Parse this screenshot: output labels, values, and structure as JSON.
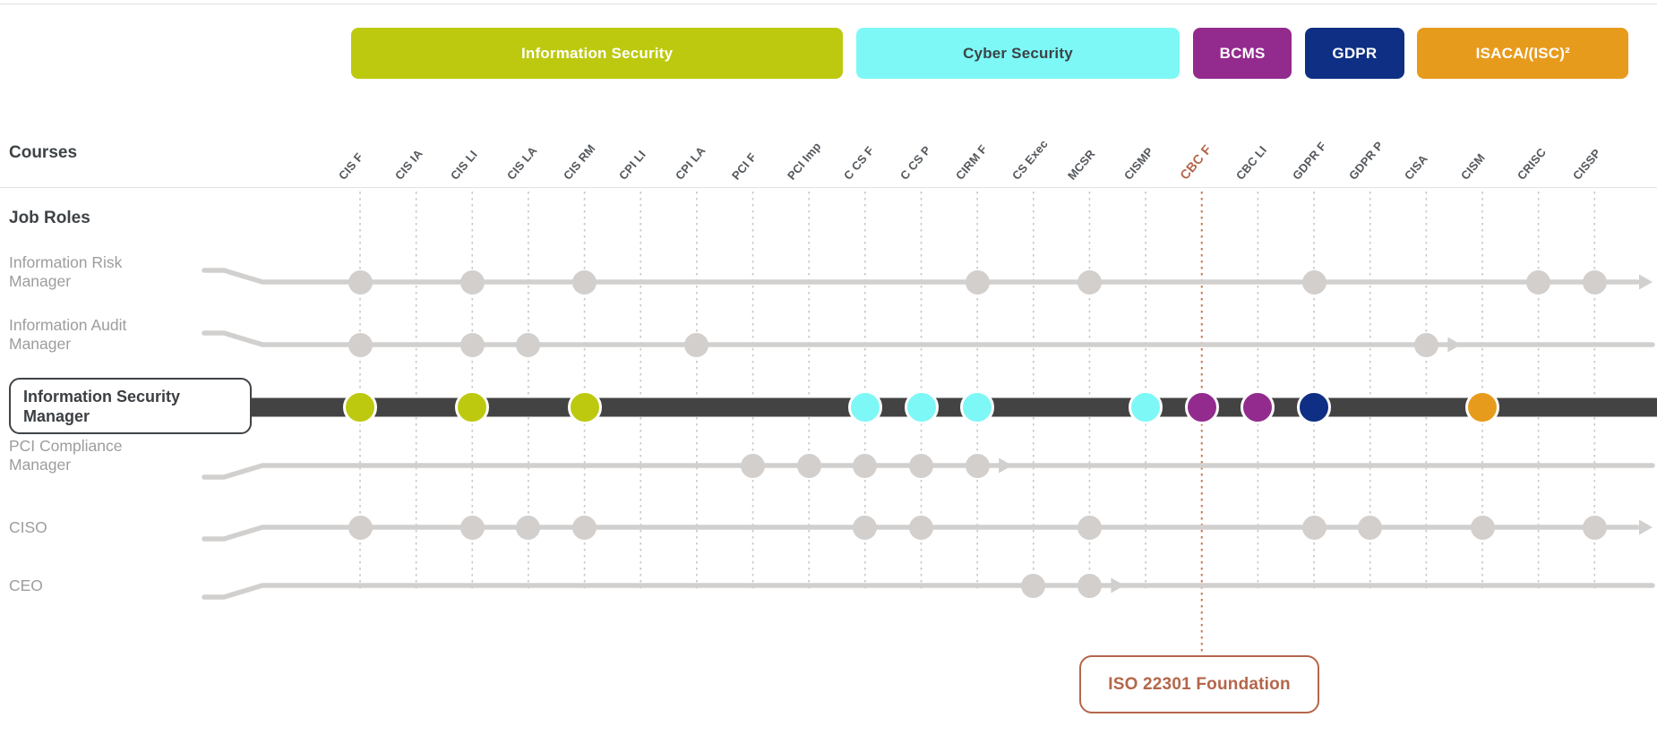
{
  "labels": {
    "courses": "Courses",
    "job_roles": "Job Roles"
  },
  "colors": {
    "information_security": "#bdc90e",
    "cyber_security": "#7df8f6",
    "bcms": "#932b8e",
    "gdpr": "#0e2f83",
    "isaca": "#e79b1c",
    "highlight_accent": "#b4664a",
    "gridline": "#c9c7c5",
    "role_line": "#d2d0ce",
    "role_dot": "#d2cfcd",
    "selected_bar": "#434343",
    "dark_text": "#3e4347",
    "muted_text": "#9d9d9d"
  },
  "categories": [
    {
      "label": "Information Security",
      "color": "#bdc90e",
      "text_color": "#ffffff",
      "from_course": "CIS F",
      "to_course": "PCI Imp"
    },
    {
      "label": "Cyber Security",
      "color": "#7df8f6",
      "text_color": "#3c4347",
      "from_course": "C CS F",
      "to_course": "CISMP"
    },
    {
      "label": "BCMS",
      "color": "#932b8e",
      "text_color": "#ffffff",
      "from_course": "CBC F",
      "to_course": "CBC LI"
    },
    {
      "label": "GDPR",
      "color": "#0e2f83",
      "text_color": "#ffffff",
      "from_course": "GDPR F",
      "to_course": "GDPR P"
    },
    {
      "label": "ISACA/(ISC)²",
      "color": "#e79b1c",
      "text_color": "#ffffff",
      "from_course": "CISA",
      "to_course": "CISSP"
    }
  ],
  "courses": [
    "CIS F",
    "CIS IA",
    "CIS LI",
    "CIS LA",
    "CIS RM",
    "CPI LI",
    "CPI LA",
    "PCI F",
    "PCI Imp",
    "C CS F",
    "C CS P",
    "CIRM F",
    "CS Exec",
    "MCSR",
    "CISMP",
    "CBC F",
    "CBC LI",
    "GDPR F",
    "GDPR P",
    "CISA",
    "CISM",
    "CRISC",
    "CISSP"
  ],
  "highlight": {
    "course": "CBC F",
    "tooltip_label": "ISO 22301 Foundation"
  },
  "roles": [
    {
      "name": "Information Risk Manager",
      "label_lines": [
        "Information Risk",
        "Manager"
      ],
      "highlighted": false,
      "swoosh": "down",
      "courses": [
        "CIS F",
        "CIS LI",
        "CIS RM",
        "CIRM F",
        "MCSR",
        "GDPR F",
        "CRISC",
        "CISSP"
      ],
      "arrow_after": "end"
    },
    {
      "name": "Information Audit Manager",
      "label_lines": [
        "Information Audit",
        "Manager"
      ],
      "highlighted": false,
      "swoosh": "down",
      "courses": [
        "CIS F",
        "CIS LI",
        "CIS LA",
        "CPI LA",
        "CISA"
      ],
      "arrow_after": "CISA"
    },
    {
      "name": "Information Security Manager",
      "label_lines": [
        "Information Security",
        "Manager"
      ],
      "highlighted": true,
      "swoosh": null,
      "courses": [
        "CIS F",
        "CIS LI",
        "CIS RM",
        "C CS F",
        "C CS P",
        "CIRM F",
        "CISMP",
        "CBC F",
        "CBC LI",
        "GDPR F",
        "CISM"
      ],
      "arrow_after": null
    },
    {
      "name": "PCI Compliance Manager",
      "label_lines": [
        "PCI Compliance",
        "Manager"
      ],
      "highlighted": false,
      "swoosh": "up",
      "courses": [
        "PCI F",
        "PCI Imp",
        "C CS F",
        "C CS P",
        "CIRM F"
      ],
      "arrow_after": "CIRM F"
    },
    {
      "name": "CISO",
      "label_lines": [
        "CISO"
      ],
      "highlighted": false,
      "swoosh": "up",
      "courses": [
        "CIS F",
        "CIS LI",
        "CIS LA",
        "CIS RM",
        "C CS F",
        "C CS P",
        "MCSR",
        "GDPR F",
        "GDPR P",
        "CISM",
        "CISSP"
      ],
      "arrow_after": "end"
    },
    {
      "name": "CEO",
      "label_lines": [
        "CEO"
      ],
      "highlighted": false,
      "swoosh": "up",
      "courses": [
        "CS Exec",
        "MCSR"
      ],
      "arrow_after": "MCSR"
    }
  ]
}
